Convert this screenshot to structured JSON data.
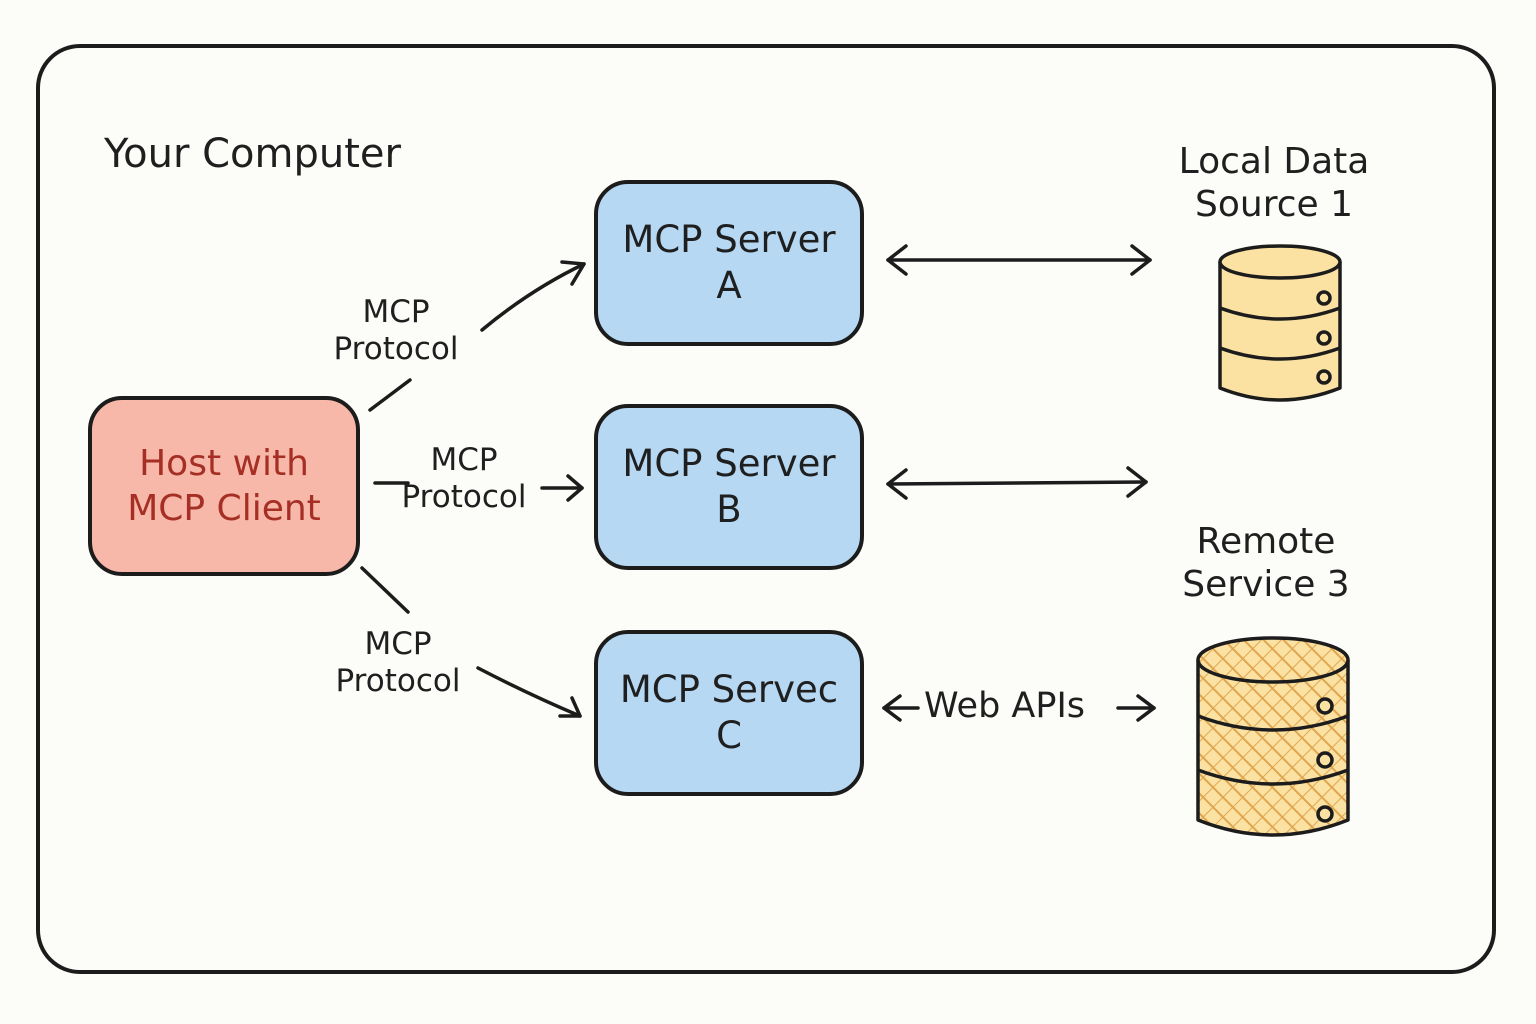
{
  "title": "Your Computer",
  "host": {
    "label": "Host with\nMCP Client"
  },
  "protocols": [
    {
      "label": "MCP\nProtocol"
    },
    {
      "label": "MCP\nProtocol"
    },
    {
      "label": "MCP\nProtocol"
    }
  ],
  "servers": [
    {
      "label": "MCP Server\nA"
    },
    {
      "label": "MCP Server\nB"
    },
    {
      "label": "MCP Servec\nC"
    }
  ],
  "data_sources": [
    {
      "label": "Local Data\nSource 1",
      "icon": "database-icon"
    },
    {
      "label": "Remote\nService 3",
      "icon": "database-icon"
    }
  ],
  "connections": {
    "web_apis_label": "Web APIs"
  },
  "colors": {
    "host_fill": "#f7b8aa",
    "host_text": "#a52f24",
    "server_fill": "#b6d8f3",
    "database_fill": "#fbe2a3",
    "outline": "#1c1c1c"
  }
}
